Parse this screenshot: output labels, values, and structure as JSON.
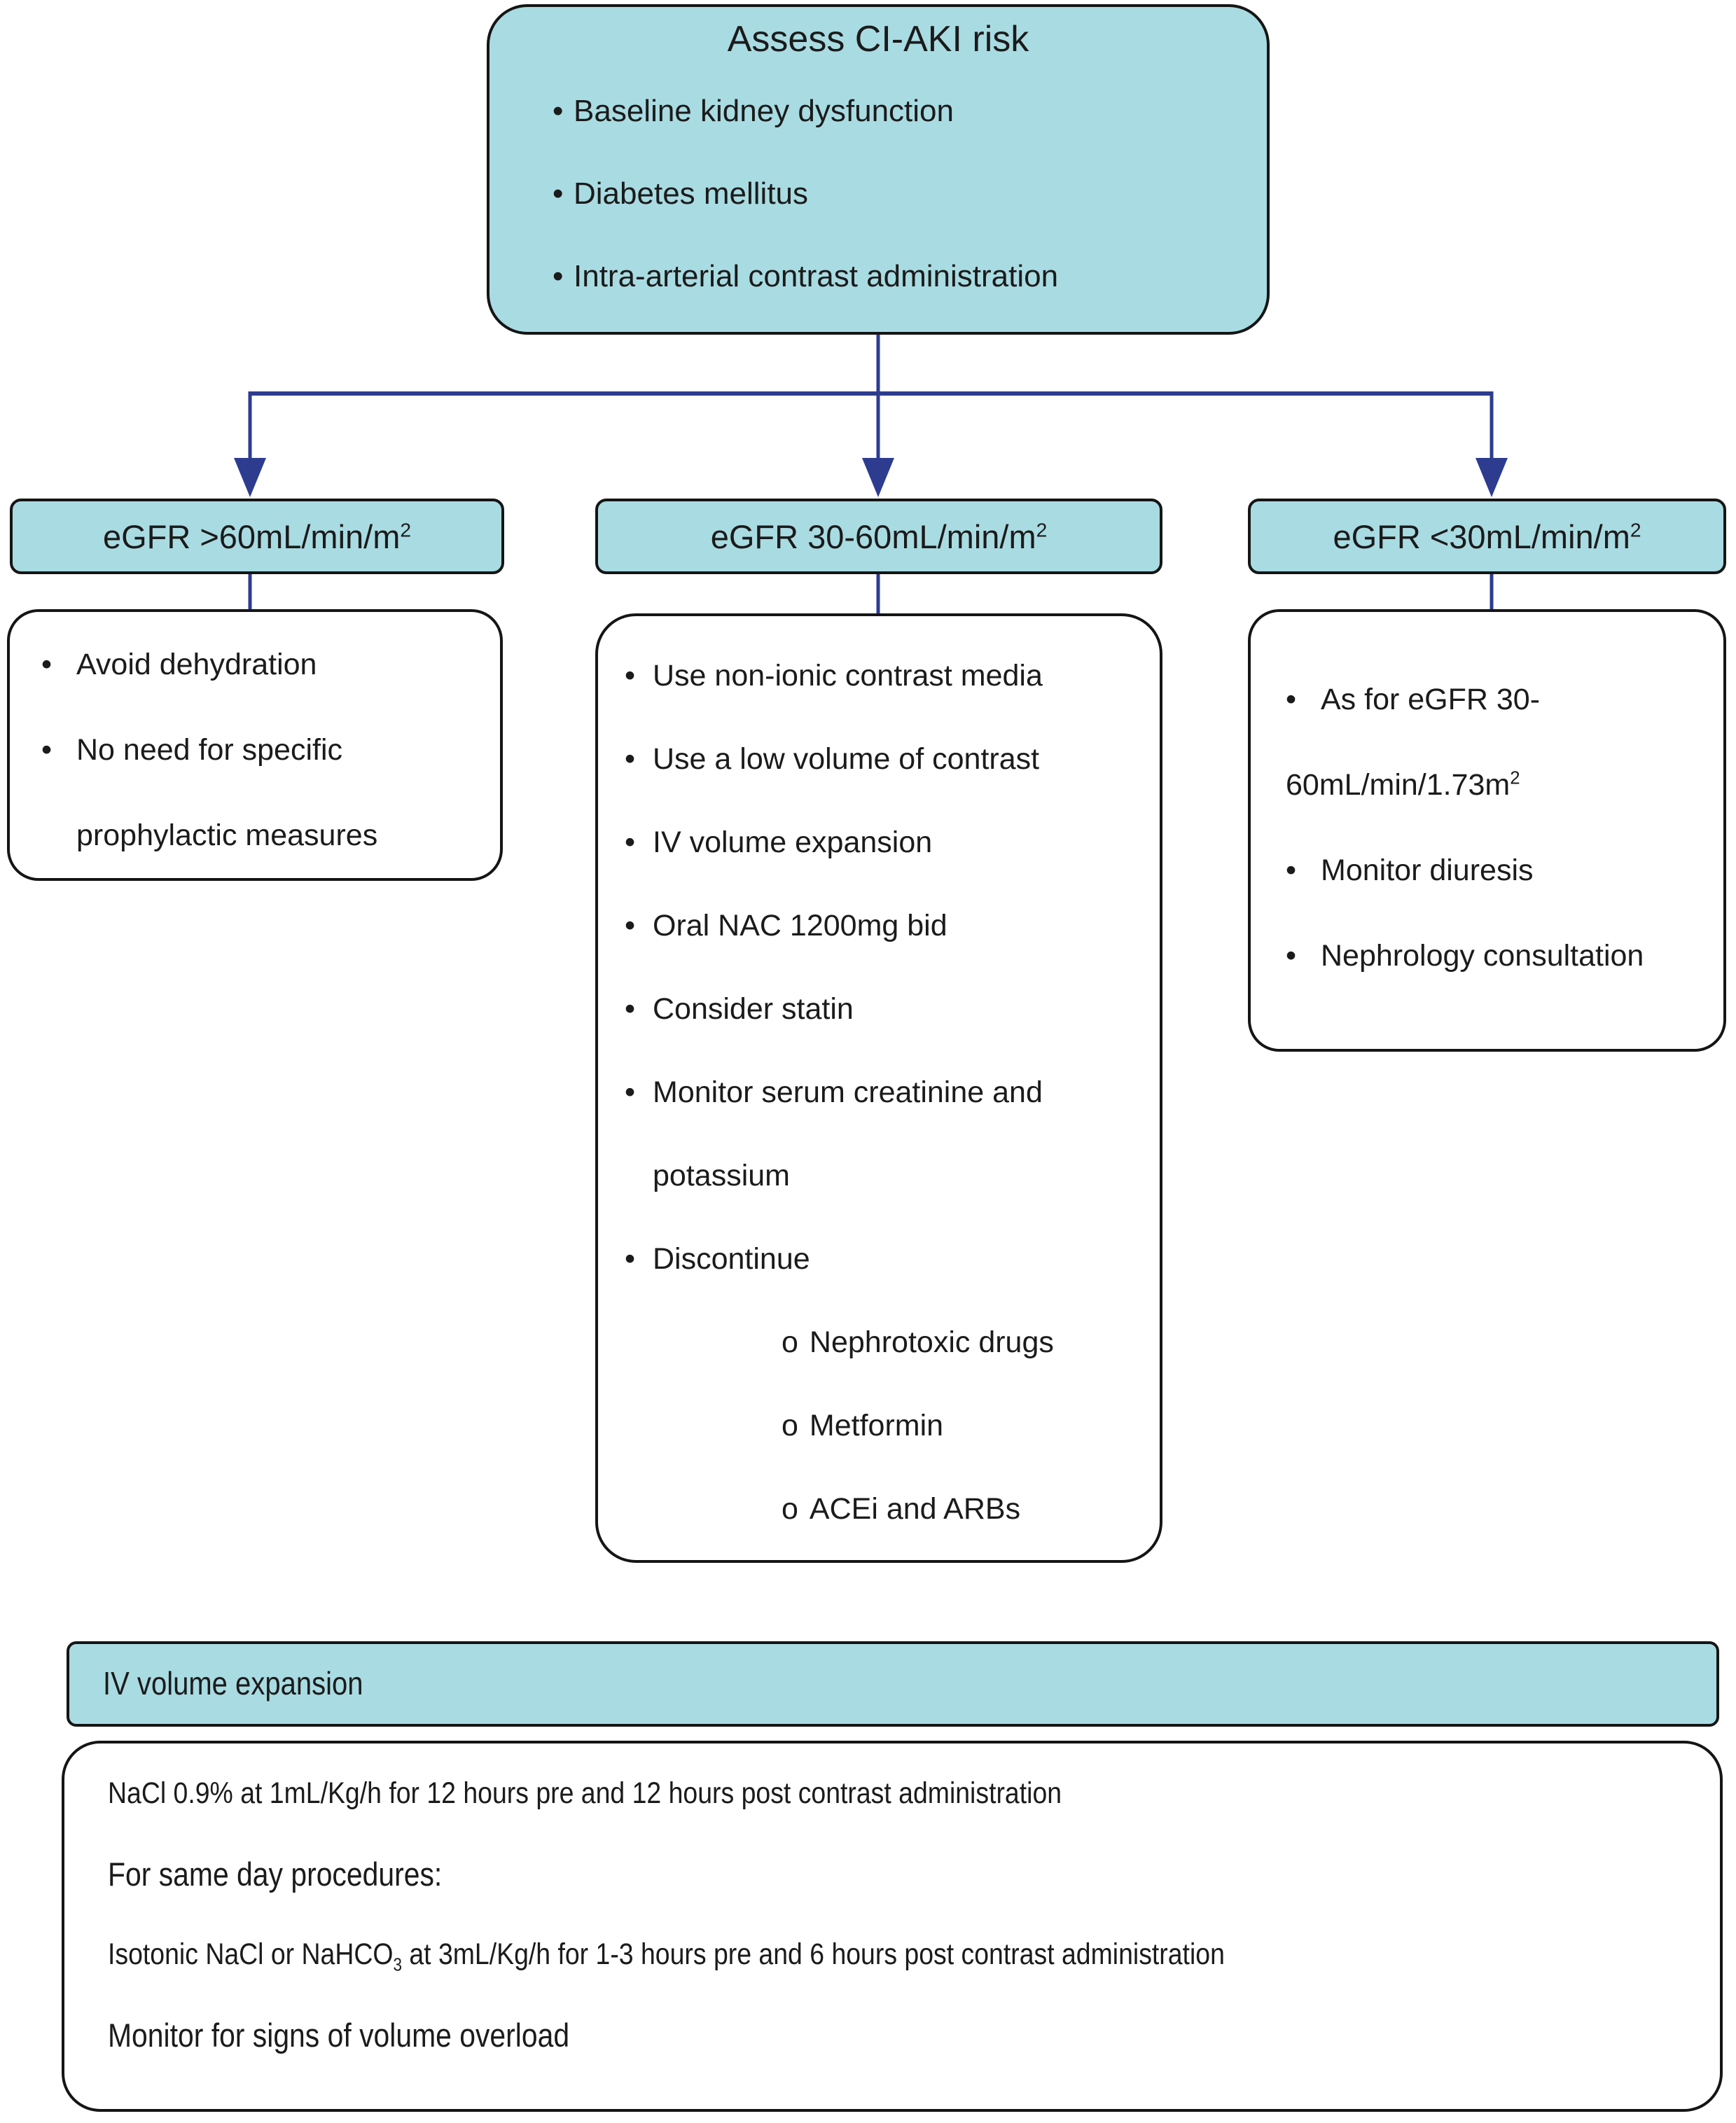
{
  "markers": {
    "dot": "•"
  },
  "colors": {
    "teal_fill": "#a9dbe2",
    "box_border": "#151515",
    "connector_navy": "#2d3c8f",
    "text": "#1b1b1b",
    "background": "#ffffff"
  },
  "top_box": {
    "title": "Assess CI-AKI risk",
    "bullets": [
      "Baseline kidney dysfunction",
      "Diabetes mellitus",
      "Intra-arterial contrast administration"
    ]
  },
  "columns": [
    {
      "header": {
        "base": "eGFR >60mL/min/m",
        "sup": "2"
      },
      "bullets": [
        "Avoid dehydration",
        "No need for specific prophylactic measures"
      ]
    },
    {
      "header": {
        "base": "eGFR 30-60mL/min/m",
        "sup": "2"
      },
      "bullets": [
        "Use non-ionic contrast media",
        "Use a low volume of contrast",
        "IV volume expansion",
        "Oral NAC 1200mg bid",
        "Consider statin",
        "Monitor serum creatinine and potassium",
        "Discontinue"
      ],
      "sub_bullets": [
        {
          "marker": "o",
          "label": "Nephrotoxic drugs"
        },
        {
          "marker": "o",
          "label": "Metformin"
        },
        {
          "marker": "o",
          "label": "ACEi and ARBs"
        }
      ]
    },
    {
      "header": {
        "base": "eGFR <30mL/min/m",
        "sup": "2"
      },
      "bullets": [
        {
          "line1": "As for eGFR 30-",
          "line2": "60mL/min/1.73m",
          "sup": "2"
        },
        "Monitor diuresis",
        "Nephrology consultation"
      ]
    }
  ],
  "bottom": {
    "header": "IV volume expansion",
    "lines": [
      "NaCl 0.9% at 1mL/Kg/h for 12 hours pre and 12 hours post contrast administration",
      "For same day procedures:",
      {
        "pre": "Isotonic NaCl or NaHCO",
        "sub": "3",
        "post": " at 3mL/Kg/h for 1-3 hours pre and 6 hours post contrast administration"
      },
      "Monitor for signs of volume overload"
    ]
  }
}
